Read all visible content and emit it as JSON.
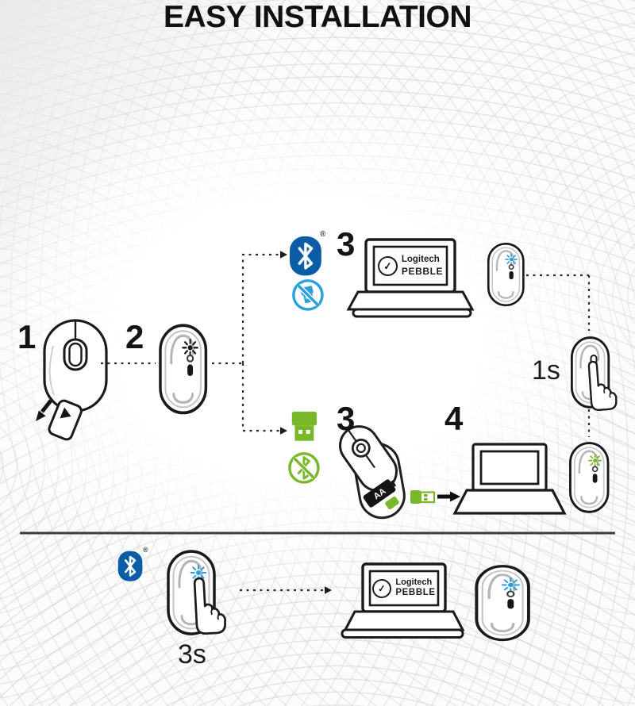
{
  "title": "EASY INSTALLATION",
  "steps": {
    "remove_receiver": "1",
    "power_on": "2",
    "bluetooth_pair": "3",
    "usb_pair": "3",
    "plug_receiver": "4"
  },
  "durations": {
    "bluetooth_quick_press": "1s",
    "bluetooth_long_press": "3s"
  },
  "laptop_screen": {
    "check_icon": "✓",
    "brand": "Logitech",
    "model": "PEBBLE"
  },
  "registered_mark": "®",
  "battery": {
    "label": "AA"
  },
  "colors": {
    "bluetooth_blue": "#0a5da6",
    "led_blue": "#2f9fdf",
    "usb_green": "#78b829",
    "outline": "#1a1a1a"
  },
  "icons": {
    "bluetooth_logo": "bluetooth rune in blue rounded badge",
    "no_usb_receiver": "usb receiver crossed out, light blue circle",
    "usb_receiver_front": "green usb receiver",
    "usb_receiver_side": "green usb receiver side view",
    "no_bluetooth": "bluetooth rune crossed out, green circle",
    "check": "checkmark in circle on laptop screen",
    "led_sparkle": "blinking led starburst",
    "pressing_hand": "index finger pressing button"
  }
}
